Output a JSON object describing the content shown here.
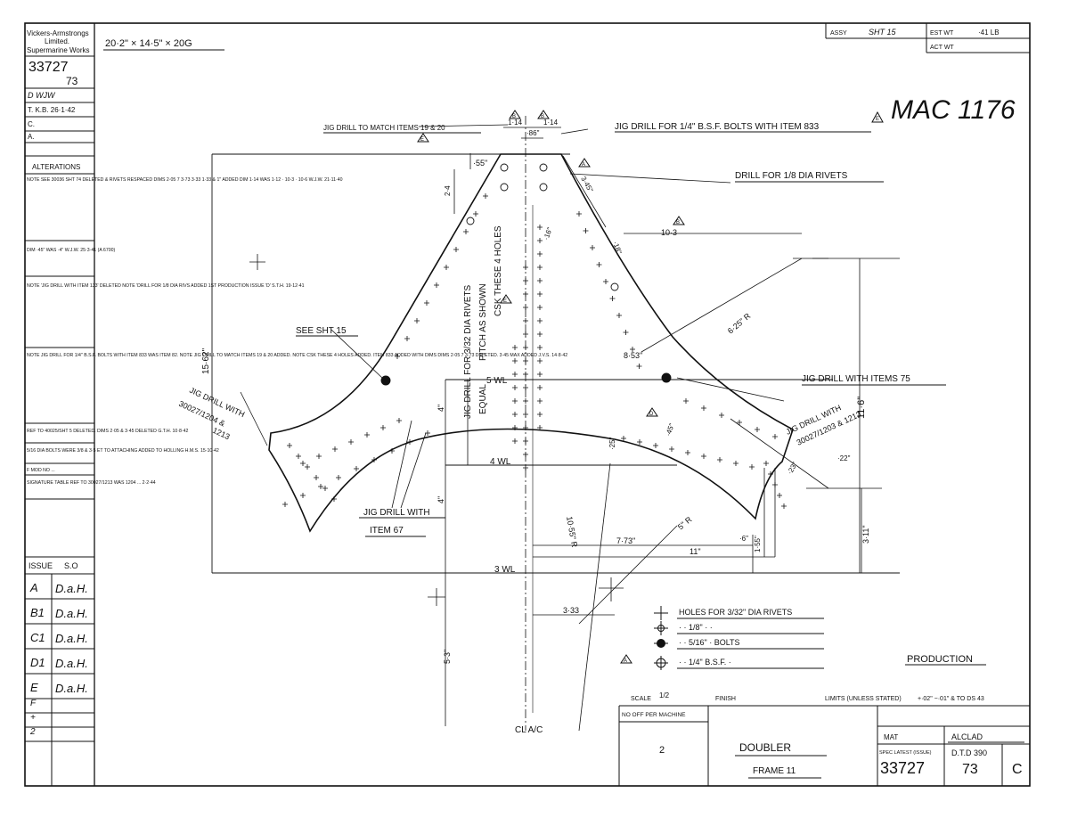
{
  "title_block": {
    "company_line1": "Vickers-Armstrongs",
    "company_line2": "Limited.",
    "company_line3": "Supermarine Works",
    "drawing_number": "33727",
    "sheet_number": "73",
    "drawn_by": "D  WJW",
    "traced_by": "T. K.B.  26·1·42",
    "checked_label": "C.",
    "approved_label": "A.",
    "alterations_title": "ALTERATIONS",
    "alterations": [
      "NOTE SEE 30036 SHT 74 DELETED & RIVETS RESPACED DIMS 2·05 7 3·73 3·33 1·33 & 1\" ADDED DIM 1·14 WAS 1·12 · 10·3 · 10·6 W.J.W. 21·11·40",
      "DIM ·45\" WAS ·4\" W.J.W. 25·3·41 (A 6700)",
      "NOTE 'JIG DRILL WITH ITEM 133' DELETED NOTE 'DRILL FOR 1/8 DIA RIVS ADDED 1ST PRODUCTION ISSUE 'D' S.T.H. 19·12·41",
      "NOTE JIG DRILL FOR 1/4\" B.S.F. BOLTS WITH ITEM 833 WAS ITEM 82. NOTE JIG DRILL TO MATCH ITEMS 19 & 20 ADDED. NOTE CSK THESE 4 HOLES ADDED. ITEM 833 ADDED WITH DIMS DIMS 2·05 7 3·73 DELETED. 3·45 MAX ADDED J.V.S. 14·8·42",
      "REF TO 40025/SHT 5 DELETED. DIMS 2·05 & 3·45 DELETED G.T.H. 10·8·42",
      "5/16 DIA BOLTS WERE 3/8 & 3·5 ET TO ATTACHING ADDED TO HOLLING H.M.S. 15·10·42",
      "F  MOD NO ...",
      "SIGNATURE TABLE REF TO 30027/1213 WAS 1204 ... 2·2·44"
    ],
    "issue_label": "ISSUE",
    "issue_value": "S.O",
    "issues": [
      {
        "code": "A",
        "signature": "D.a.H."
      },
      {
        "code": "B1",
        "signature": "D.a.H."
      },
      {
        "code": "C1",
        "signature": "D.a.H."
      },
      {
        "code": "D1",
        "signature": "D.a.H."
      },
      {
        "code": "E",
        "signature": "D.a.H."
      },
      {
        "code": "F",
        "signature": ""
      },
      {
        "code": "+",
        "signature": ""
      },
      {
        "code": "2",
        "signature": ""
      }
    ]
  },
  "header": {
    "size_note": "20·2\" × 14·5\" × 20G",
    "assy_label": "ASSY",
    "assy_value": "SHT 15",
    "est_wt_label": "EST WT",
    "est_wt_value": "·41  LB",
    "act_wt_label": "ACT WT",
    "mac_number": "MAC 1176"
  },
  "annotations": {
    "jig_match": "JIG DRILL TO MATCH ITEMS 19 & 20",
    "jig_bsf": "JIG DRILL FOR 1/4\" B.S.F. BOLTS WITH ITEM 833",
    "drill_rivets": "DRILL FOR 1/8 DIA RIVETS",
    "see_sht": "SEE SHT 15",
    "jig_items75": "JIG DRILL WITH ITEMS 75",
    "jig_right_1": "JIG DRILL WITH",
    "jig_right_2": "30027/1203 & 1213",
    "jig_left_1": "JIG DRILL WITH",
    "jig_left_2": "30027/1204 &",
    "jig_left_3": "1213",
    "jig_item67_1": "JIG DRILL WITH",
    "jig_item67_2": "ITEM 67",
    "vert_note_1": "JIG DRILL FOR 3/32 DIA RIVETS",
    "vert_note_2": "PITCH AS SHOWN",
    "vert_note_3": "EQUAL",
    "vert_note_4": "CSK THESE 4 HOLES",
    "wl5": "5 WL",
    "wl4": "4 WL",
    "wl3": "3 WL",
    "cl": "CL  A/C",
    "dims": {
      "d114a": "1·14",
      "d114b": "1·14",
      "d86": "·86\"",
      "d55": "·55\"",
      "d24": "2·4",
      "d345": "3·45\"",
      "d103": "10·3",
      "d1562": "15·62\"",
      "d625": "6·25\" R",
      "d853": "8·53\"",
      "d116": "11·6\"",
      "d4a": "4\"",
      "d4b": "4\"",
      "d1055": "10·55\" R",
      "d5r": "5\" R",
      "d773": "7·73\"",
      "d11": "11\"",
      "d311": "3·11\"",
      "d22": "·22\"",
      "d333": "3·33",
      "d53": "5·3\"",
      "d6": "·6\"",
      "d155": "1·55\"",
      "d25": "·25\"",
      "d45": "·45\"",
      "d23": "·23\"",
      "d18": "·18\"",
      "d16": "·16\""
    }
  },
  "legend": {
    "row1": "HOLES FOR 3/32\" DIA RIVETS",
    "row2": "·       ·    1/8\"   ·      ·",
    "row3": "·       ·   5/16\"  ·  BOLTS",
    "row4": "·       ·    1/4\" B.S.F.   ·"
  },
  "production": "PRODUCTION",
  "bottom_block": {
    "scale_label": "SCALE",
    "scale_value": "1/2",
    "finish_label": "FINISH",
    "limits_label": "LIMITS (UNLESS STATED)",
    "limits_value": "+·02\" −·01\" & TO DS 43",
    "off_per_machine_label": "NO OFF PER MACHINE",
    "off_per_machine_value": "2",
    "part_name_1": "DOUBLER",
    "part_name_2": "FRAME  11",
    "mat_label": "MAT",
    "mat_value": "ALCLAD",
    "spec_label": "SPEC LATEST (ISSUE)",
    "spec_value": "D.T.D  390",
    "drawing_number": "33727",
    "sheet_number": "73",
    "issue_letter": "C"
  }
}
